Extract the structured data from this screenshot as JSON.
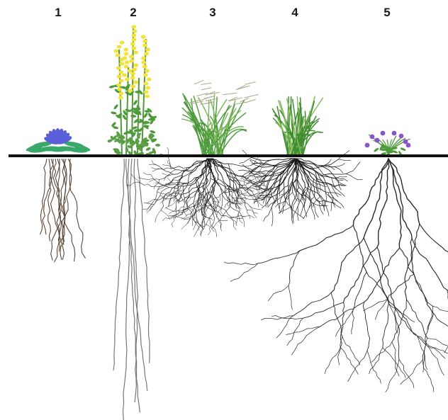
{
  "labels": [
    "1",
    "2",
    "3",
    "4",
    "5"
  ],
  "colors": {
    "ground_line": "#111111",
    "blue_flower": "#5a5fd8",
    "leaf_green": "#3aa86a",
    "yellow_flower": "#f2e23a",
    "stem_green": "#4f9a3a",
    "grass_green": "#4a9a3a",
    "purple_flower": "#8a55c8",
    "root_brown": "#5a4638",
    "root_gray": "#777777",
    "root_dark": "#1a1a1a"
  }
}
